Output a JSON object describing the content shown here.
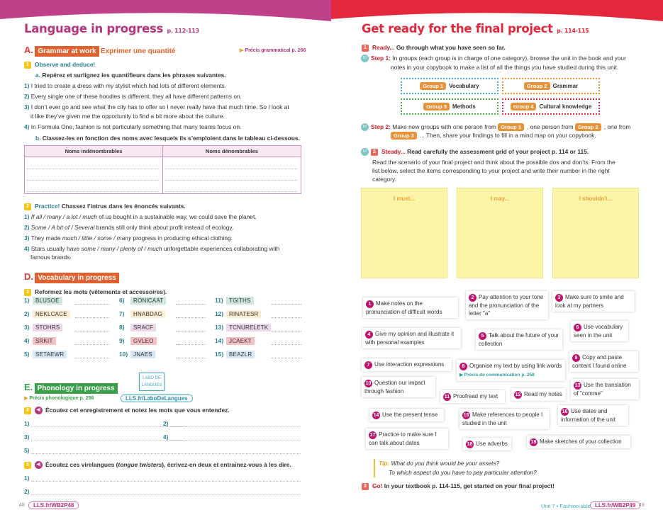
{
  "left": {
    "title": "Language in progress",
    "title_pages": "p. 112-113",
    "secA": {
      "letter": "A.",
      "badge": "Grammar at work",
      "subtitle": "Exprimer une quantité",
      "ref": "Précis grammatical p. 266"
    },
    "ex1": {
      "num": "1",
      "title": "Observe and deduce!",
      "a_letter": "a.",
      "a": "Repérez et surlignez les quantifieurs dans les phrases suivantes.",
      "sentences": [
        {
          "n": "1)",
          "t": "I tried to create a dress with my stylist which had lots of different elements."
        },
        {
          "n": "2)",
          "t": "Every single one of these hoodies is different, they all have different patterns on."
        },
        {
          "n": "3)",
          "t": "I don’t ever go and see what the city has to offer so I never really have that much time. So I look at",
          "t2": "it like they’ve given me the opportunity to find a bit more about the culture."
        },
        {
          "n": "4)",
          "t": "In Formula One, fashion is not particularly something that many teams focus on."
        }
      ],
      "b_letter": "b.",
      "b": "Classez-les en fonction des noms avec lesquels ils s’emploient dans le tableau ci-dessous.",
      "table_headers": [
        "Noms indénombrables",
        "Noms dénombrables"
      ]
    },
    "ex2": {
      "num": "2",
      "label": "Practice!",
      "title": "Chassez l’intrus dans les énoncés suivants.",
      "items": [
        {
          "n": "1)",
          "parts": [
            {
              "t": "If all / many / a lot / much",
              "i": true
            },
            {
              "t": " of us bought in a sustainable way, we could save the planet."
            }
          ]
        },
        {
          "n": "2)",
          "parts": [
            {
              "t": " Some / A bit of / Several",
              "i": true
            },
            {
              "t": " brands still only think about profit instead of ecology."
            }
          ]
        },
        {
          "n": "3)",
          "parts": [
            {
              "t": "They made "
            },
            {
              "t": "much / little / some / many",
              "i": true
            },
            {
              "t": " progress in producing ethical clothing."
            }
          ]
        },
        {
          "n": "4)",
          "parts": [
            {
              "t": "Stars usually have "
            },
            {
              "t": "some / many / plenty of / much",
              "i": true
            },
            {
              "t": " unforgettable experiences collaborating with"
            }
          ],
          "t2": "famous brands."
        }
      ]
    },
    "secD": {
      "letter": "D.",
      "badge": "Vocabulary in progress"
    },
    "ex3": {
      "num": "3",
      "title": "Reformez les mots (vêtements et accessoires).",
      "words": [
        {
          "n": "1)",
          "w": "BLUSOE",
          "c": "#cfe8df"
        },
        {
          "n": "2)",
          "w": "NEKLCACE",
          "c": "#fbecd2"
        },
        {
          "n": "3)",
          "w": "STOHRS",
          "c": "#ecd8ea"
        },
        {
          "n": "4)",
          "w": "SRKIT",
          "c": "#f4c2c4"
        },
        {
          "n": "5)",
          "w": "SETAEWR",
          "c": "#d6e7f6"
        },
        {
          "n": "6)",
          "w": "RONICAAT",
          "c": "#cfe8df"
        },
        {
          "n": "7)",
          "w": "HNABDAG",
          "c": "#fbecd2"
        },
        {
          "n": "8)",
          "w": "SRACF",
          "c": "#ecd8ea"
        },
        {
          "n": "9)",
          "w": "GVLEO",
          "c": "#f4c2c4"
        },
        {
          "n": "10)",
          "w": "JNAES",
          "c": "#d6e7f6"
        },
        {
          "n": "11)",
          "w": "TGITHS",
          "c": "#cfe8df"
        },
        {
          "n": "12)",
          "w": "RINATESR",
          "c": "#fbecd2"
        },
        {
          "n": "13)",
          "w": "TCNURELETK",
          "c": "#ecd8ea"
        },
        {
          "n": "14)",
          "w": "JCAEKT",
          "c": "#f4c2c4"
        },
        {
          "n": "15)",
          "w": "BEAZLR",
          "c": "#d6e7f6"
        }
      ]
    },
    "secE": {
      "letter": "E.",
      "badge": "Phonology in progress",
      "ref": "Précis phonologique p. 256",
      "labo_logo": "LABO DE LANGUES",
      "labo_link": "LLS.fr/LaboDeLangues"
    },
    "ex4": {
      "num": "4",
      "title": "Écoutez cet enregistrement et notez les mots que vous entendez.",
      "blanks": [
        "1)",
        "2)",
        "3)",
        "4)",
        "5)"
      ]
    },
    "ex5": {
      "num": "5",
      "t1": "Écoutez ces virelangues (",
      "t_it": "tongue twisters",
      "t2": "), écrivez-en deux et entraînez-vous à les dire.",
      "blanks": [
        "1)",
        "2)"
      ]
    },
    "footer": {
      "page": "48",
      "link": "LLS.fr/WB2P48"
    }
  },
  "right": {
    "title": "Get ready for the final project",
    "title_pages": "p. 114-115",
    "ready": {
      "num": "1",
      "label": "Ready...",
      "text": "Go through what you have seen so far."
    },
    "step1": {
      "timer": "10'",
      "label": "Step 1:",
      "l1": "In groups (each group is in charge of one category), browse the unit in the book and your",
      "l2": "notes in your copybook to make a list of all the things you have studied during this unit."
    },
    "groups": [
      {
        "g": "Group 1",
        "t": "Vocabulary",
        "c": "#4aa8d8"
      },
      {
        "g": "Group 2",
        "t": "Grammar",
        "c": "#e8923a"
      },
      {
        "g": "Group 3",
        "t": "Methods",
        "c": "#4caf50"
      },
      {
        "g": "Group 4",
        "t": "Cultural knowledge",
        "c": "#d6304a"
      }
    ],
    "step2": {
      "timer": "10'",
      "label": "Step 2:",
      "a": "Make new groups with one person from",
      "g1": "Group 1",
      "b": ", one person from",
      "g2": "Group 2",
      "c": ", one from",
      "g3": "Group 3",
      "d": "... Then, share your findings to fill in a mind map on your copybook."
    },
    "steady": {
      "timer": "10'",
      "num": "2",
      "label": "Steady...",
      "text": "Read carefully the assessment grid of your project p. 114 or 115.",
      "p1": "Read the scenario of your final project and think about the possible dos and don’ts. From the",
      "p2": "list below, select the items corresponding to your project and write their number in the right",
      "p3": "category."
    },
    "boxes": [
      "I must...",
      "I may...",
      "I shouldn't..."
    ],
    "cards": [
      {
        "n": "1",
        "t": "Make notes on the pronunciation of difficult words"
      },
      {
        "n": "2",
        "t": "Pay attention to your tone and the pronunciation of the letter \"a\""
      },
      {
        "n": "3",
        "t": "Make sure to smile and look at my partners"
      },
      {
        "n": "4",
        "t": "Give my opinion and illustrate it with personal examples"
      },
      {
        "n": "5",
        "t": "Talk about the future of your collection"
      },
      {
        "n": "6",
        "t": "Use vocabulary seen in the unit"
      },
      {
        "n": "7",
        "t": "Use interaction expressions"
      },
      {
        "n": "8",
        "t": "Organise my text by using link words",
        "ref": "▶ Précis de communication p. 258"
      },
      {
        "n": "9",
        "t": "Copy and paste content I found online"
      },
      {
        "n": "10",
        "t": "Question our impact through fashion"
      },
      {
        "n": "11",
        "t": "Proofread my text"
      },
      {
        "n": "12",
        "t": "Read my notes"
      },
      {
        "n": "13",
        "t": "Use the translation of \"comme\""
      },
      {
        "n": "14",
        "t": "Use the present tense"
      },
      {
        "n": "15",
        "t": "Make references to people I studied in the unit"
      },
      {
        "n": "16",
        "t": "Use dates and information of the unit"
      },
      {
        "n": "17",
        "t": "Practice to make sure I can talk about dates"
      },
      {
        "n": "18",
        "t": "Use adverbs"
      },
      {
        "n": "19",
        "t": "Make sketches of your collection"
      }
    ],
    "tip": {
      "label": "Tip:",
      "l1": "What do you think would be your assets?",
      "l2": "To which aspect do you have to pay particular attention?"
    },
    "go": {
      "num": "3",
      "label": "Go!",
      "text": "In your textbook p. 114-115, get started on your final project!"
    },
    "footer": {
      "unit": "Unit 7",
      "sep": "•",
      "theme": "Fashion-able",
      "link": "LLS.fr/WB2P49",
      "page": "49"
    }
  }
}
